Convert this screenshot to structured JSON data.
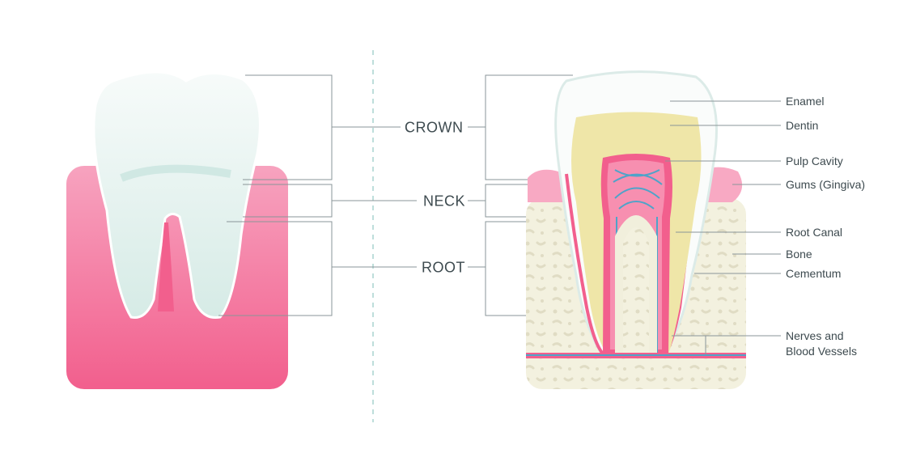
{
  "sections": [
    {
      "label": "CROWN"
    },
    {
      "label": "NECK"
    },
    {
      "label": "ROOT"
    }
  ],
  "parts": [
    {
      "label": "Enamel"
    },
    {
      "label": "Dentin"
    },
    {
      "label": "Pulp Cavity"
    },
    {
      "label": "Gums (Gingiva)"
    },
    {
      "label": "Root Canal"
    },
    {
      "label": "Bone"
    },
    {
      "label": "Cementum"
    },
    {
      "label": "Nerves and"
    },
    {
      "label": "Blood Vessels"
    }
  ],
  "colors": {
    "gum": "#f0628f",
    "gum_light": "#f8a9c3",
    "enamel": "#e6f2ef",
    "dentin": "#efe6a8",
    "bone": "#f1efdc",
    "vessel_blue": "#4fa3c9",
    "line": "#8a9598",
    "divider": "#a8d4cf"
  }
}
